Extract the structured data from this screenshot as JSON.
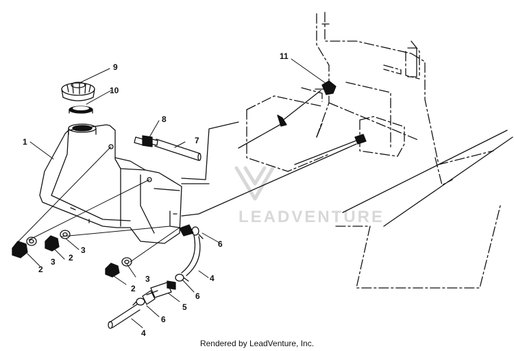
{
  "footer": "Rendered by LeadVenture, Inc.",
  "watermark": "LEADVENTURE",
  "callouts": [
    "1",
    "2",
    "3",
    "4",
    "5",
    "6",
    "7",
    "8",
    "9",
    "10",
    "11"
  ],
  "colors": {
    "line": "#111111",
    "watermark": "#d8d8d8",
    "background": "#ffffff"
  }
}
